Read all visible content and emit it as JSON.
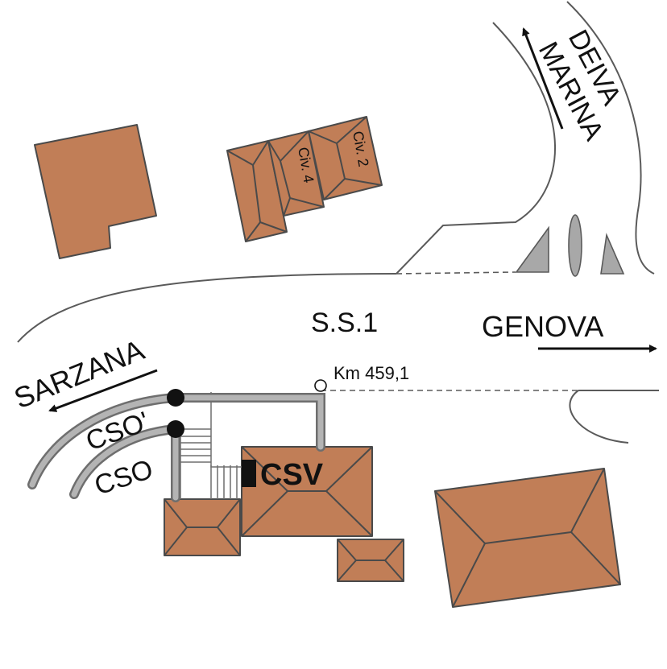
{
  "labels": {
    "deiva": "DEIVA",
    "marina": "MARINA",
    "civ2": "Civ. 2",
    "civ4": "Civ. 4",
    "road": "S.S.1",
    "genova": "GENOVA",
    "sarzana": "SARZANA",
    "km": "Km 459,1",
    "cso_prime": "CSO'",
    "cso": "CSO",
    "csv": "CSV"
  },
  "colors": {
    "building": "#c17e57",
    "outline": "#4a4a4a",
    "pipe": "#b4b4b4",
    "island": "#a8a8a8"
  }
}
